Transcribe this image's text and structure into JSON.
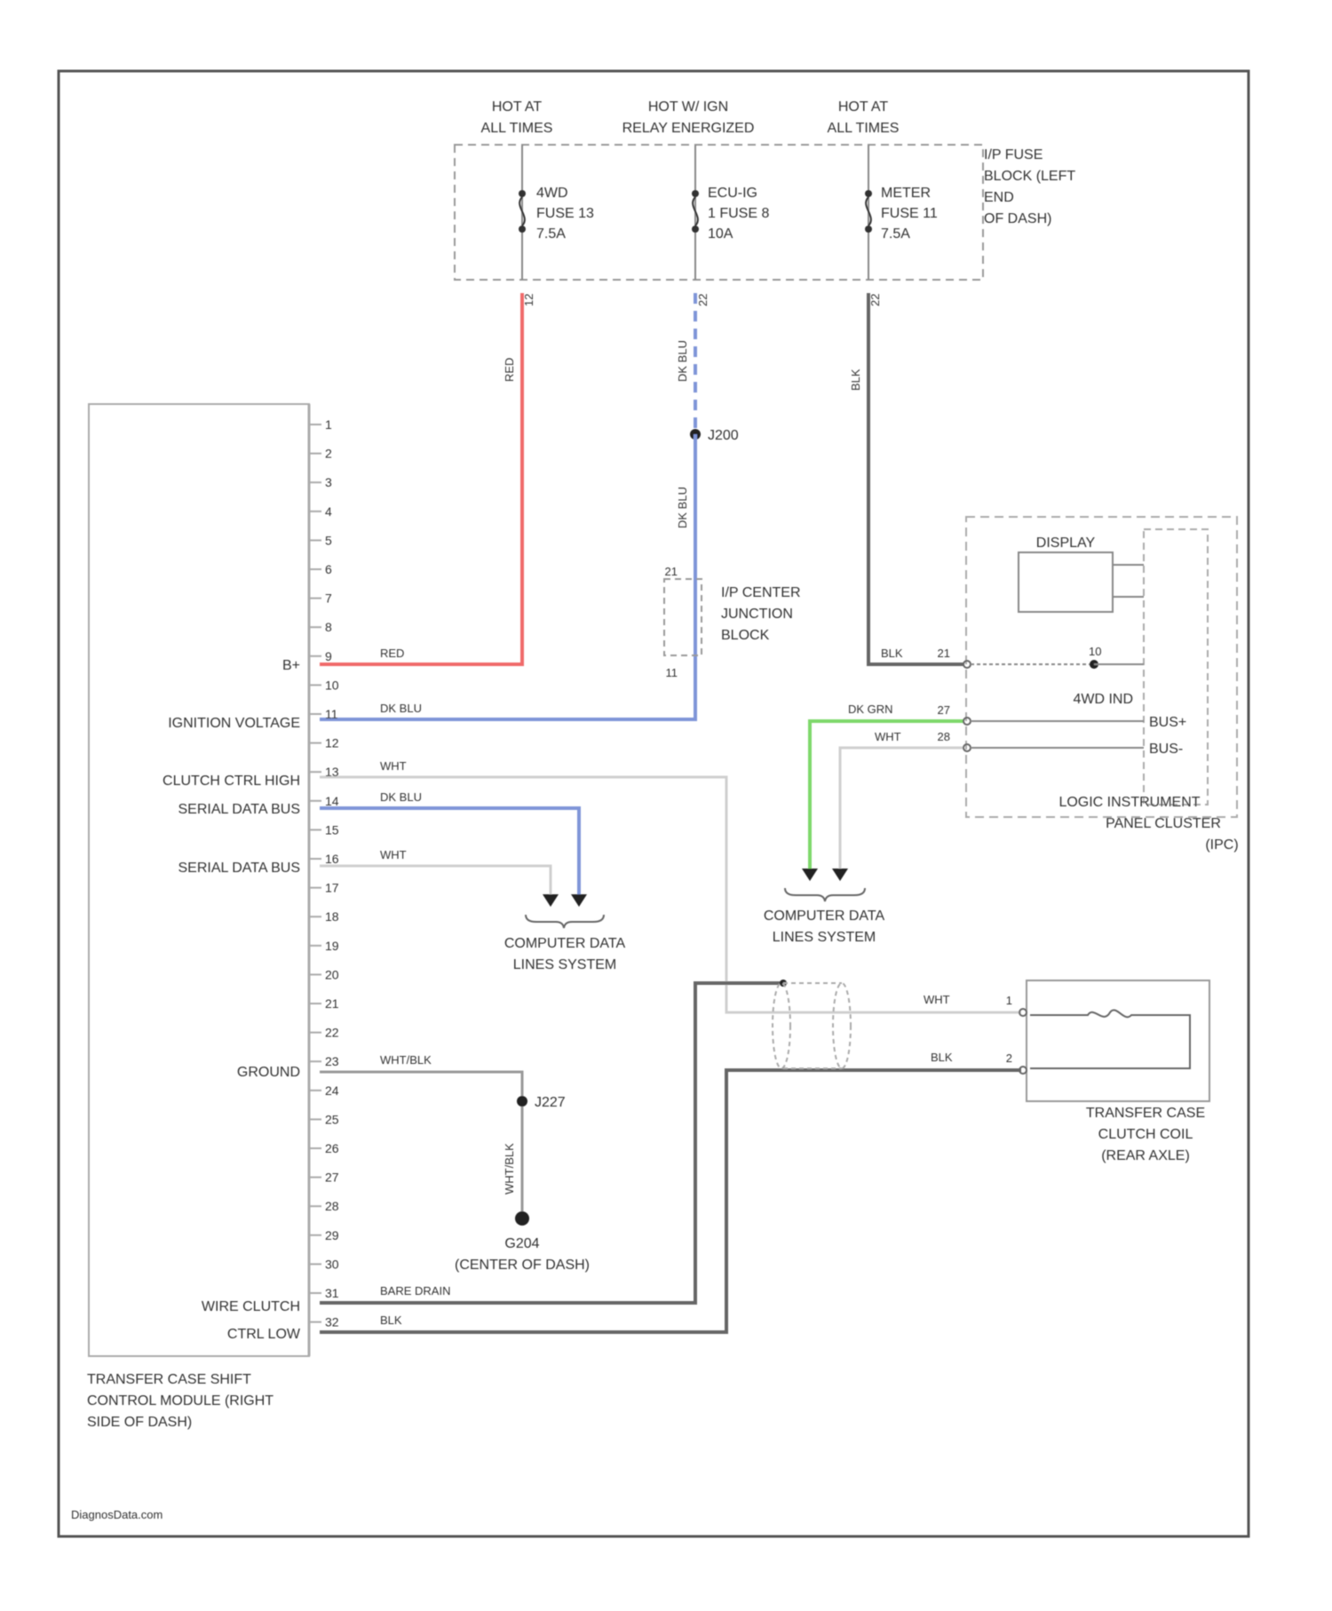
{
  "fuse_block": {
    "headers": [
      {
        "lines": [
          "HOT AT",
          "ALL TIMES"
        ]
      },
      {
        "lines": [
          "HOT W/ IGN",
          "RELAY ENERGIZED"
        ]
      },
      {
        "lines": [
          "HOT AT",
          "ALL TIMES"
        ]
      }
    ],
    "fuses": [
      {
        "lines": [
          "4WD",
          "FUSE 13",
          "7.5A"
        ],
        "conn": "12"
      },
      {
        "lines": [
          "ECU-IG",
          "1 FUSE 8",
          "10A"
        ],
        "conn": "22"
      },
      {
        "lines": [
          "METER",
          "FUSE 11",
          "7.5A"
        ],
        "conn": "22"
      }
    ],
    "label": [
      "I/P FUSE",
      "BLOCK (LEFT",
      "END",
      "OF DASH)"
    ]
  },
  "wires": {
    "red": "RED",
    "dk_blu": "DK BLU",
    "blk": "BLK",
    "dk_grn": "DK GRN",
    "wht": "WHT",
    "wht_blk": "WHT/BLK",
    "bare_drain": "BARE DRAIN"
  },
  "splices": {
    "s200": "J200",
    "s227": "J227",
    "g204": "G204"
  },
  "ground_label": [
    "G204",
    "(CENTER OF DASH)"
  ],
  "junction_block": {
    "lines": [
      "I/P CENTER",
      "JUNCTION",
      "BLOCK"
    ],
    "pin_in": "21",
    "pin_out": "11"
  },
  "module": {
    "pins": [
      "1",
      "2",
      "3",
      "4",
      "5",
      "6",
      "7",
      "8",
      "9",
      "10",
      "11",
      "12",
      "13",
      "14",
      "15",
      "16",
      "17",
      "18",
      "19",
      "20",
      "21",
      "22",
      "23",
      "24",
      "25",
      "26",
      "27",
      "28",
      "29",
      "30",
      "31",
      "32"
    ],
    "functions": {
      "b_plus": "B+",
      "ignition": "IGNITION VOLTAGE",
      "clutch_high": "CLUTCH CTRL HIGH",
      "serial1": "SERIAL DATA BUS",
      "serial2": "SERIAL DATA BUS",
      "ground": "GROUND",
      "wire_clutch": "WIRE CLUTCH",
      "ctrl_low": "CTRL LOW"
    },
    "label": [
      "TRANSFER CASE SHIFT",
      "CONTROL MODULE (RIGHT",
      "SIDE OF DASH)"
    ]
  },
  "cdl_labels": {
    "left": [
      "COMPUTER DATA",
      "LINES SYSTEM"
    ],
    "right": [
      "COMPUTER DATA",
      "LINES SYSTEM"
    ]
  },
  "ipc": {
    "display": "DISPLAY",
    "pins": {
      "blk": "21",
      "dkgrn": "27",
      "wht": "28",
      "ind": "10"
    },
    "indicator": "4WD IND",
    "bus_plus": "BUS+",
    "bus_minus": "BUS-",
    "label": [
      "LOGIC INSTRUMENT",
      "PANEL CLUSTER",
      "(IPC)"
    ]
  },
  "clutch_coil": {
    "pin1": "1",
    "pin2": "2",
    "label": [
      "TRANSFER CASE",
      "CLUTCH COIL",
      "(REAR AXLE)"
    ]
  },
  "watermark": "DiagnosData.com",
  "colors": {
    "red_wire": "#f06a6a",
    "blue_wire": "#7f95d8",
    "green_wire": "#7ed86a",
    "black_wire": "#666666",
    "white_wire": "#cfcfcf",
    "frame": "#555555"
  }
}
